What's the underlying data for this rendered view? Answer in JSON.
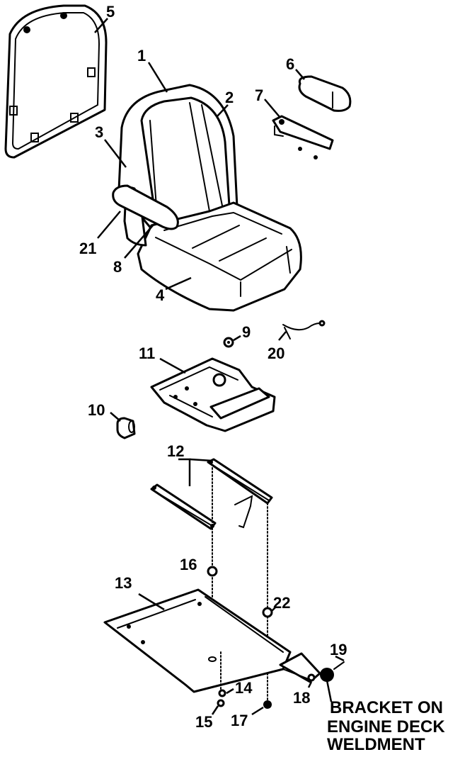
{
  "callouts": {
    "c1": "1",
    "c2": "2",
    "c3": "3",
    "c4": "4",
    "c5": "5",
    "c6": "6",
    "c7": "7",
    "c8": "8",
    "c9": "9",
    "c10": "10",
    "c11": "11",
    "c12": "12",
    "c13": "13",
    "c14": "14",
    "c15": "15",
    "c16": "16",
    "c17": "17",
    "c18": "18",
    "c19": "19",
    "c20": "20",
    "c21": "21",
    "c22": "22"
  },
  "note": {
    "line1": "BRACKET ON",
    "line2": "ENGINE DECK",
    "line3": "WELDMENT"
  }
}
